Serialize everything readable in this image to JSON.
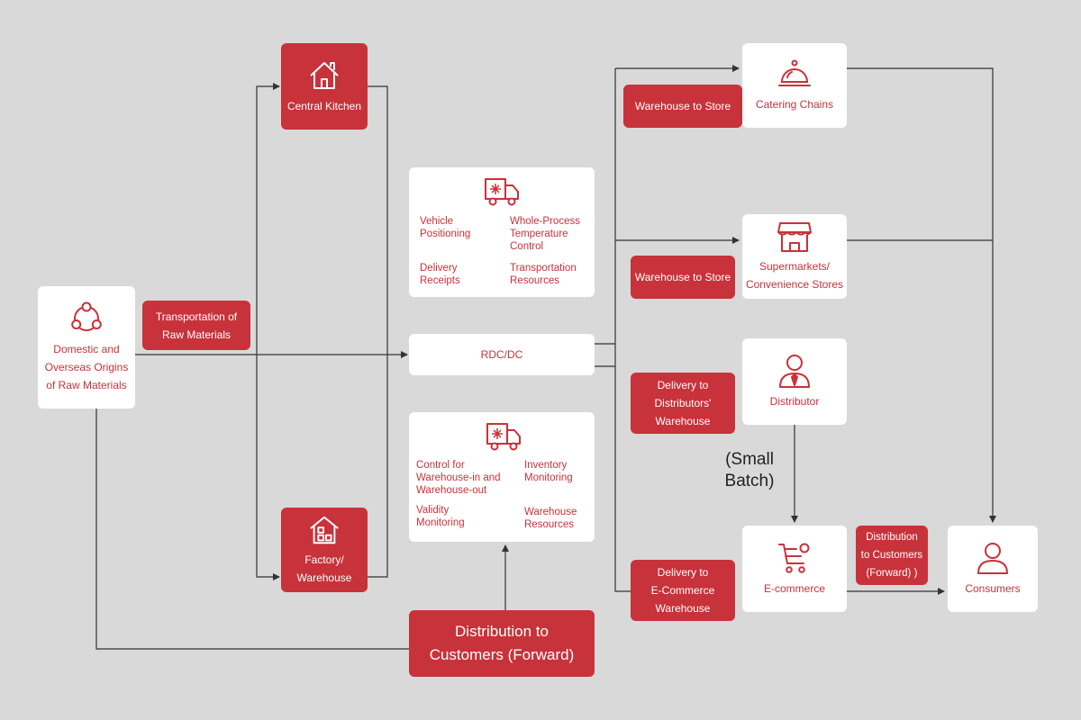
{
  "nodes": {
    "origins": "Domestic and\nOverseas Origins\nof Raw Materials",
    "transport_raw": "Transportation of\nRaw Materials",
    "central_kitchen": "Central Kitchen",
    "factory": "Factory/\nWarehouse",
    "rdc": "RDC/DC",
    "distribution_forward_main": "Distribution to\nCustomers (Forward)",
    "catering": "Catering Chains",
    "supermarkets": "Supermarkets/\nConvenience Stores",
    "distributor": "Distributor",
    "ecommerce": "E-commerce",
    "consumers": "Consumers"
  },
  "labels": {
    "wh_store_1": "Warehouse to Store",
    "wh_store_2": "Warehouse to Store",
    "delivery_distributors": "Delivery to\nDistributors'\nWarehouse",
    "delivery_ecommerce": "Delivery to\nE-Commerce\nWarehouse",
    "distribution_forward_small": "Distribution\nto Customers\n(Forward) )",
    "small_batch": "(Small\nBatch)"
  },
  "transport_panel": {
    "vehicle_positioning": "Vehicle\nPositioning",
    "temp_control": "Whole-Process\nTemperature\nControl",
    "delivery_receipts": "Delivery\nReceipts",
    "transport_resources": "Transportation\nResources"
  },
  "warehouse_panel": {
    "control_in_out": "Control for\nWarehouse-in and\nWarehouse-out",
    "inventory_monitoring": "Inventory\nMonitoring",
    "validity_monitoring": "Validity\nMonitoring",
    "warehouse_resources": "Warehouse\nResources"
  },
  "colors": {
    "accent": "#c8323a",
    "background": "#d9d9d9",
    "line": "#333333"
  },
  "icons": [
    "share-nodes-icon",
    "house-icon",
    "building-icon",
    "refrigerated-truck-icon",
    "cloche-icon",
    "store-icon",
    "person-tie-icon",
    "shopping-cart-icon",
    "user-icon"
  ]
}
